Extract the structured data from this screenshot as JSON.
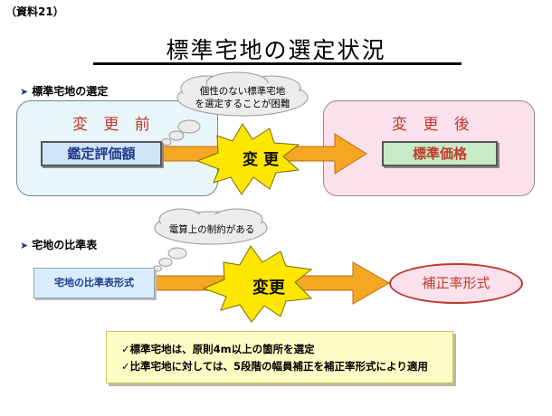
{
  "shiryo": "（資料21）",
  "title": "標準宅地の選定状況",
  "section1": {
    "label": "標準宅地の選定"
  },
  "cloud1": {
    "line1": "個性のない標準宅地",
    "line2": "を選定することが困難"
  },
  "before": {
    "heading": "変 更 前",
    "box": "鑑定評価額"
  },
  "after": {
    "heading": "変 更 後",
    "box": "標準価格"
  },
  "change1": "変 更",
  "section2": {
    "label": "宅地の比準表"
  },
  "cloud2": {
    "text": "電算上の制約がある"
  },
  "form_box": "宅地の比準表形式",
  "change2": "変更",
  "hosei": "補正率形式",
  "notes": [
    "✓標準宅地は、原則4m以上の箇所を選定",
    "✓比準宅地に対しては、5段階の幅員補正を補正率形式により適用"
  ]
}
